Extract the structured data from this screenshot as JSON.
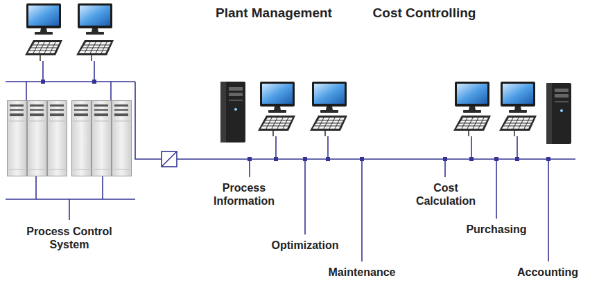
{
  "diagram": {
    "labels": [
      "Plant Management",
      "Cost Controlling",
      "Process Information",
      "Optimization",
      "Maintenance",
      "Cost Calculation",
      "Purchasing",
      "Accounting",
      "Process Control System"
    ]
  }
}
